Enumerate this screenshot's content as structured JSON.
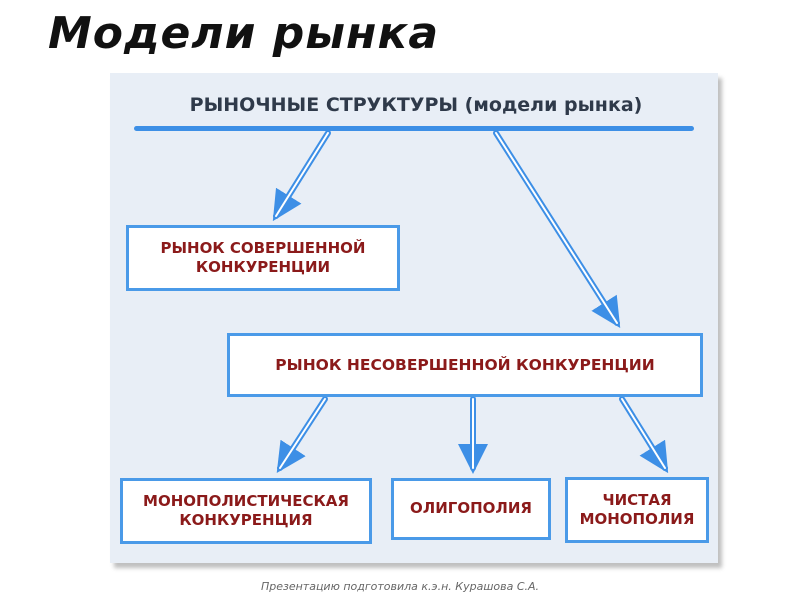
{
  "slide": {
    "title": "Модели рынка",
    "footer": "Презентацию подготовила к.э.н. Курашова С.А."
  },
  "diagram": {
    "header": "РЫНОЧНЫЕ СТРУКТУРЫ (модели рынка)",
    "perfect": {
      "line1": "РЫНОК СОВЕРШЕННОЙ",
      "line2": "КОНКУРЕНЦИИ"
    },
    "imperfect": {
      "label": "РЫНОК НЕСОВЕРШЕННОЙ КОНКУРЕНЦИИ"
    },
    "monopolistic": {
      "line1": "МОНОПОЛИСТИЧЕСКАЯ",
      "line2": "КОНКУРЕНЦИЯ"
    },
    "oligopoly": {
      "label": "ОЛИГОПОЛИЯ"
    },
    "pure": {
      "line1": "ЧИСТАЯ",
      "line2": "МОНОПОЛИЯ"
    }
  },
  "colors": {
    "accent": "#3d8fe6",
    "box_border": "#4a9ae8",
    "box_text": "#8b1a1a",
    "panel_bg": "#e8eef6"
  }
}
